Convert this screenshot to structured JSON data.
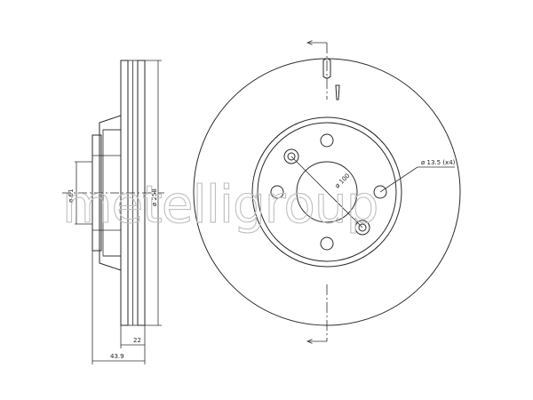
{
  "watermark": "metelligroup",
  "side_view": {
    "dim_hub_diameter": "ø 61",
    "dim_outer_diameter": "ø 258",
    "dim_disc_thickness": "22",
    "dim_total_height": "43.9"
  },
  "front_view": {
    "dim_bolt_circle": "ø 100",
    "dim_hole": "ø 13.5 (x4)"
  },
  "colors": {
    "line": "#2a2a2a",
    "watermark": "#bfbfbf",
    "background": "#ffffff"
  }
}
